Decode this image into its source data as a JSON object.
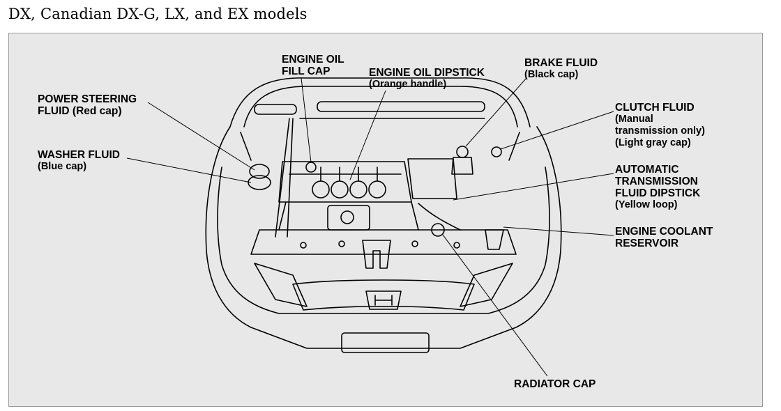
{
  "title": "DX, Canadian DX-G, LX, and EX models",
  "labels": {
    "power_steering": {
      "line1": "POWER STEERING",
      "line2": "FLUID (Red cap)"
    },
    "washer": {
      "line1": "WASHER FLUID",
      "sub": "(Blue cap)"
    },
    "oil_fill": {
      "line1": "ENGINE OIL",
      "line2": "FILL CAP"
    },
    "dipstick": {
      "line1": "ENGINE OIL DIPSTICK",
      "sub": "(Orange handle)"
    },
    "brake": {
      "line1": "BRAKE FLUID",
      "sub": "(Black cap)"
    },
    "clutch": {
      "line1": "CLUTCH FLUID",
      "sub1": "(Manual",
      "sub2": "transmission only)",
      "sub3": "(Light gray cap)"
    },
    "atf": {
      "line1": "AUTOMATIC",
      "line2": "TRANSMISSION",
      "line3": "FLUID DIPSTICK",
      "sub": "(Yellow loop)"
    },
    "coolant": {
      "line1": "ENGINE COOLANT",
      "line2": "RESERVOIR"
    },
    "radiator": {
      "line1": "RADIATOR CAP"
    }
  }
}
